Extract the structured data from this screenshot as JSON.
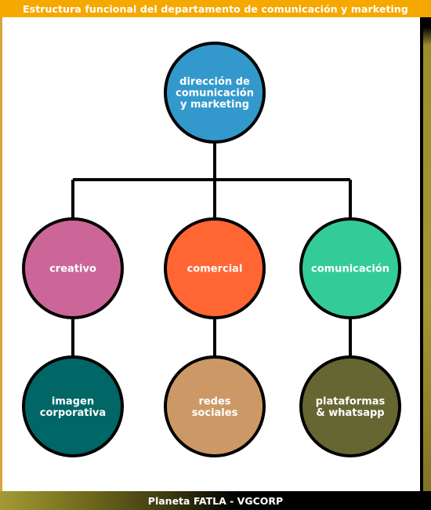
{
  "header": {
    "title": "Estructura funcional del departamento de comunicación y marketing"
  },
  "footer": {
    "text": "Planeta FATLA - VGCORP"
  },
  "colors": {
    "header_bg": "#f5a800",
    "root": "#3399cc",
    "creativo": "#cc6699",
    "comercial": "#ff6633",
    "comunicacion": "#33cc99",
    "imagen": "#006666",
    "redes": "#cc9966",
    "plataformas": "#666633",
    "connector": "#000000"
  },
  "diagram": {
    "root": {
      "id": "root",
      "lines": [
        "dirección de",
        "comunicación",
        "y marketing"
      ]
    },
    "branches": [
      {
        "id": "creativo",
        "node": {
          "lines": [
            "creativo"
          ]
        },
        "child": {
          "id": "imagen",
          "lines": [
            "imagen",
            "corporativa"
          ]
        }
      },
      {
        "id": "comercial",
        "node": {
          "lines": [
            "comercial"
          ]
        },
        "child": {
          "id": "redes",
          "lines": [
            "redes",
            "sociales"
          ]
        }
      },
      {
        "id": "comunicacion",
        "node": {
          "lines": [
            "comunicación"
          ]
        },
        "child": {
          "id": "plataformas",
          "lines": [
            "plataformas",
            "& whatsapp"
          ]
        }
      }
    ]
  }
}
